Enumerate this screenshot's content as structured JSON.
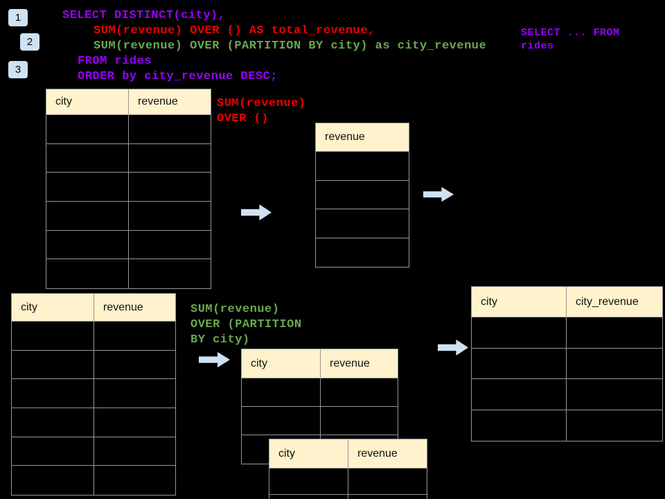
{
  "badges": [
    {
      "label": "1"
    },
    {
      "label": "2"
    },
    {
      "label": "3"
    }
  ],
  "code": {
    "lines": [
      {
        "text": "SELECT DISTINCT(city),",
        "color": "purple"
      },
      {
        "text": "SUM(revenue) OVER () AS total_revenue,",
        "color": "red"
      },
      {
        "text": "SUM(revenue) OVER (PARTITION BY city) as city_revenue",
        "color": "green"
      },
      {
        "text": "FROM rides",
        "color": "purple"
      },
      {
        "text": "ORDER by city_revenue DESC;",
        "color": "purple"
      }
    ]
  },
  "side_note": {
    "lines": [
      "SELECT ... FROM",
      "rides"
    ]
  },
  "labels": {
    "total": {
      "lines": [
        "SUM(revenue)",
        "OVER ()"
      ]
    },
    "partition": {
      "lines": [
        "SUM(revenue)",
        "OVER (PARTITION",
        "BY city)"
      ]
    }
  },
  "tables": {
    "source_top": {
      "headers": [
        "city",
        "revenue"
      ],
      "rows": 6
    },
    "total_result": {
      "headers": [
        "revenue"
      ],
      "rows": 4
    },
    "source_bottom": {
      "headers": [
        "city",
        "revenue"
      ],
      "rows": 6
    },
    "partition_mid": {
      "headers": [
        "city",
        "revenue"
      ],
      "rows": 3
    },
    "partition_overlay": {
      "headers": [
        "city",
        "revenue"
      ],
      "rows": 2
    },
    "city_result": {
      "headers": [
        "city",
        "city_revenue"
      ],
      "rows": 4
    }
  },
  "colors": {
    "background": "#000000",
    "purple": "#9900ff",
    "red": "#ee0000",
    "green": "#6aa84f",
    "cream": "#fff2cc",
    "lightblue": "#cfe2f3",
    "border": "#979797"
  }
}
